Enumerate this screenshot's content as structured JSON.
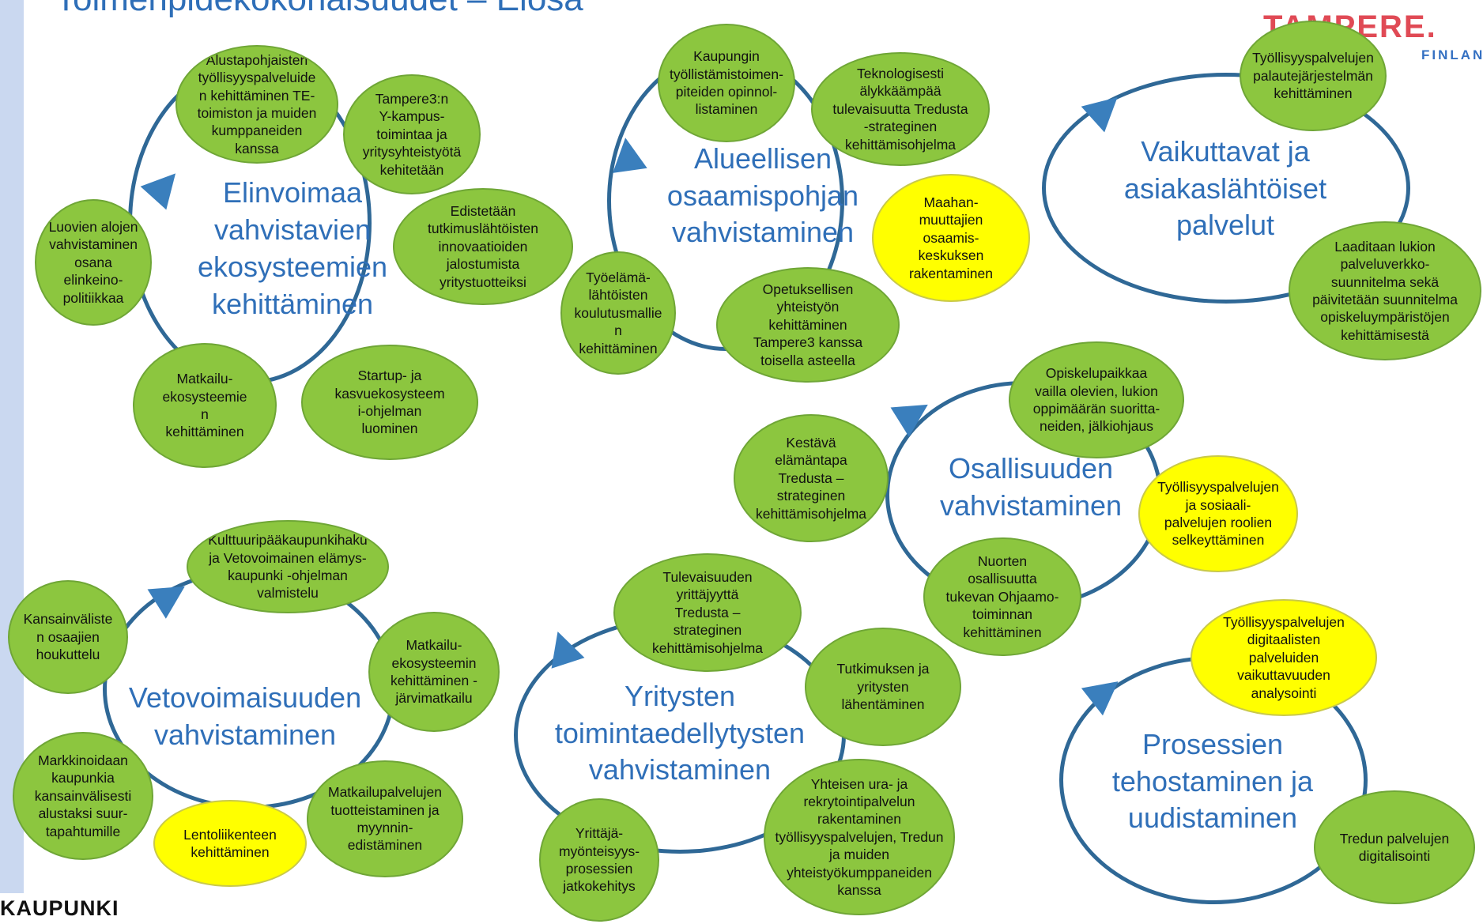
{
  "page": {
    "title": "Toimenpidekokonaisuudet – Elosa",
    "logo_text": "TAMPERE.",
    "logo_sub": "FINLAND",
    "footer_text": "KAUPUNKI"
  },
  "colors": {
    "ring": "#2f6896",
    "arrow": "#3a7fbd",
    "title_text": "#2f6fb8",
    "node_green": "#8cc63f",
    "node_yellow": "#ffff00"
  },
  "clusters": [
    {
      "title": "Elinvoimaa\nvahvistavien\nekosysteemien\nkehittäminen",
      "nodes": [
        {
          "text": "Alustapohjaisten\ntyöllisyyspalveluide\nn kehittäminen TE-\ntoimiston ja muiden\nkumppaneiden\nkanssa",
          "color": "green"
        },
        {
          "text": "Tampere3:n\nY-kampus-\ntoimintaa ja\nyritysyhteistyötä\nkehitetään",
          "color": "green"
        },
        {
          "text": "Edistetään\ntutkimuslähtöisten\ninnovaatioiden\njalostumista\nyritystuotteiksi",
          "color": "green"
        },
        {
          "text": "Luovien alojen\nvahvistaminen\nosana elinkeino-\npolitiikkaa",
          "color": "green"
        },
        {
          "text": "Matkailu-\nekosysteemie\nn\nkehittäminen",
          "color": "green"
        },
        {
          "text": "Startup- ja\nkasvuekosysteem\ni-ohjelman\nluominen",
          "color": "green"
        }
      ]
    },
    {
      "title": "Alueellisen\nosaamispohjan\nvahvistaminen",
      "nodes": [
        {
          "text": "Kaupungin\ntyöllistämistoimen-\npiteiden opinnol-\nlistaminen",
          "color": "green"
        },
        {
          "text": "Teknologisesti\nälykkäämpää\ntulevaisuutta Tredusta\n-strateginen\nkehittämisohjelma",
          "color": "green"
        },
        {
          "text": "Maahan-\nmuuttajien\nosaamis-\nkeskuksen\nrakentaminen",
          "color": "yellow"
        },
        {
          "text": "Työelämä-\nlähtöisten\nkoulutusmallie\nn\nkehittäminen",
          "color": "green"
        },
        {
          "text": "Opetuksellisen\nyhteistyön\nkehittäminen\nTampere3 kanssa\ntoisella asteella",
          "color": "green"
        }
      ]
    },
    {
      "title": "Vaikuttavat ja\nasiakaslähtöiset\npalvelut",
      "nodes": [
        {
          "text": "Työllisyyspalvelujen\npalautejärjestelmän\nkehittäminen",
          "color": "green"
        },
        {
          "text": "Laaditaan lukion\npalveluverkko-\nsuunnitelma sekä\npäivitetään suunnitelma\nopiskeluympäristöjen\nkehittämisestä",
          "color": "green"
        }
      ]
    },
    {
      "title": "Osallisuuden\nvahvistaminen",
      "nodes": [
        {
          "text": "Opiskelupaikkaa\nvailla olevien, lukion\noppimäärän suoritta-\nneiden, jälkiohjaus",
          "color": "green"
        },
        {
          "text": "Kestävä\nelämäntapa\nTredusta –\nstrateginen\nkehittämisohjelma",
          "color": "green"
        },
        {
          "text": "Työllisyyspalvelujen\nja sosiaali-\npalvelujen roolien\nselkeyttäminen",
          "color": "yellow"
        },
        {
          "text": "Nuorten\nosallisuutta\ntukevan Ohjaamo-\ntoiminnan\nkehittäminen",
          "color": "green"
        }
      ]
    },
    {
      "title": "Vetovoimaisuuden\nvahvistaminen",
      "nodes": [
        {
          "text": "Kulttuuripääkaupunkihaku\nja Vetovoimainen elämys-\nkaupunki -ohjelman\nvalmistelu",
          "color": "green"
        },
        {
          "text": "Kansainväliste\nn osaajien\nhoukuttelu",
          "color": "green"
        },
        {
          "text": "Matkailu-\nekosysteemin\nkehittäminen -\njärvimatkailu",
          "color": "green"
        },
        {
          "text": "Markkinoidaan\nkaupunkia\nkansainvälisesti\nalustaksi suur-\ntapahtumille",
          "color": "green"
        },
        {
          "text": "Lentoliikenteen\nkehittäminen",
          "color": "yellow"
        },
        {
          "text": "Matkailupalvelujen\ntuotteistaminen ja\nmyynnin-\nedistäminen",
          "color": "green"
        }
      ]
    },
    {
      "title": "Yritysten\ntoimintaedellytysten\nvahvistaminen",
      "nodes": [
        {
          "text": "Tulevaisuuden\nyrittäjyyttä\nTredusta –\nstrateginen\nkehittämisohjelma",
          "color": "green"
        },
        {
          "text": "Tutkimuksen ja\nyritysten\nlähentäminen",
          "color": "green"
        },
        {
          "text": "Yrittäjä-\nmyönteisyys-\nprosessien\njatkokehitys",
          "color": "green"
        },
        {
          "text": "Yhteisen ura- ja\nrekrytointipalvelun\nrakentaminen\ntyöllisyyspalvelujen, Tredun\nja muiden\nyhteistyökumppaneiden\nkanssa",
          "color": "green"
        }
      ]
    },
    {
      "title": "Prosessien\ntehostaminen ja\nuudistaminen",
      "nodes": [
        {
          "text": "Työllisyyspalvelujen\ndigitaalisten\npalveluiden\nvaikuttavuuden\nanalysointi",
          "color": "yellow"
        },
        {
          "text": "Tredun palvelujen\ndigitalisointi",
          "color": "green"
        }
      ]
    }
  ]
}
